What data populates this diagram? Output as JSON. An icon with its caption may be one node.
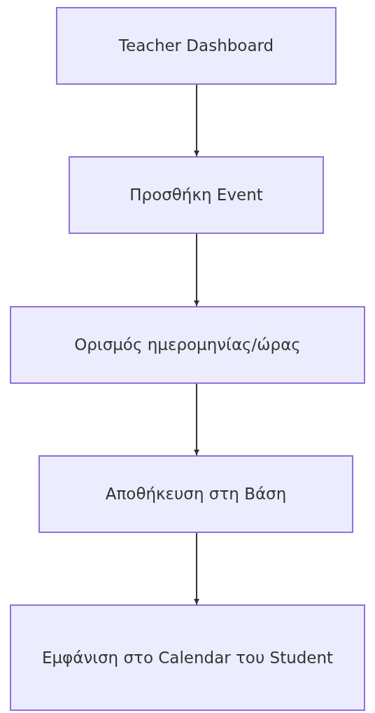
{
  "diagram": {
    "nodes": [
      {
        "text": [
          "Teacher Dashboard"
        ]
      },
      {
        "text": [
          "Προσθήκη Event"
        ]
      },
      {
        "text": [
          "Ορισμός ημερομηνίας/ώρας"
        ]
      },
      {
        "text": [
          "Αποθήκευση στη Βάση"
        ]
      },
      {
        "text": [
          "Εμφάνιση στο Calendar του Student"
        ]
      }
    ],
    "edges": [
      {
        "from": 0,
        "to": 1,
        "arrow": "to"
      },
      {
        "from": 1,
        "to": 2,
        "arrow": "to"
      },
      {
        "from": 2,
        "to": 3,
        "arrow": "to"
      },
      {
        "from": 3,
        "to": 4,
        "arrow": "to"
      }
    ]
  }
}
